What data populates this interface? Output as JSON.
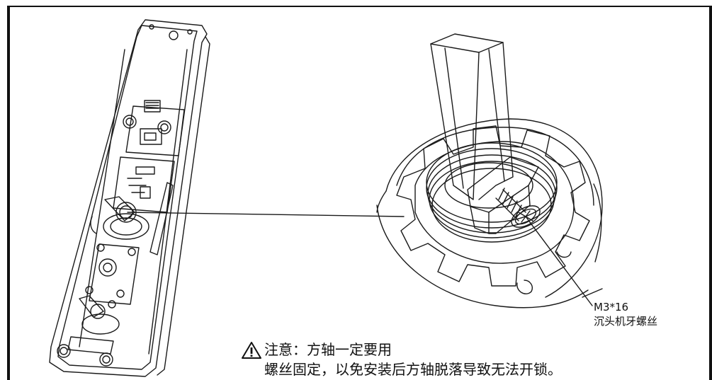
{
  "callouts": {
    "screw_spec_line1": "M3*16",
    "screw_spec_line2": "沉头机牙螺丝",
    "notice_line1": "注意：方轴一定要用",
    "notice_line2": "螺丝固定，以免安装后方轴脱落导致无法开锁。"
  },
  "icons": {
    "warning": "warning-triangle-icon"
  },
  "colors": {
    "line": "#1a1a1a",
    "background": "#ffffff"
  }
}
